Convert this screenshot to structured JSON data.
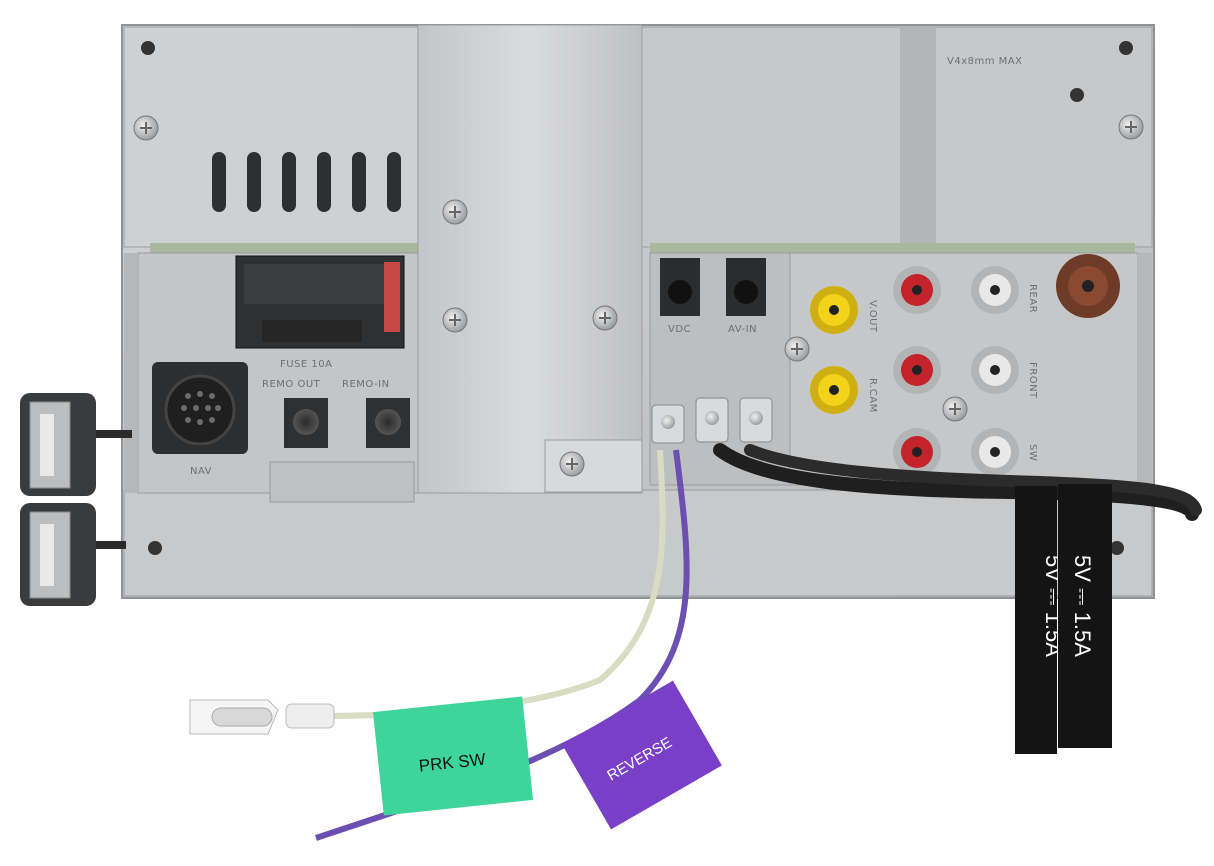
{
  "chassis": {
    "top_model_mark": "V4x8mm MAX",
    "fuse_label": "FUSE 10A",
    "remo_out_label": "REMO OUT",
    "remo_in_label": "REMO-IN",
    "nav_label": "NAV",
    "vdc_label": "VDC",
    "av_in_label": "AV-IN",
    "v_out_label": "V.OUT",
    "r_cam_label": "R.CAM",
    "rear_label": "REAR",
    "front_label": "FRONT",
    "sw_label": "SW"
  },
  "usb_tags": [
    {
      "text": "5V ⎓ 1.5A"
    },
    {
      "text": "5V ⎓ 1.5A"
    }
  ],
  "wire_tags": {
    "prk_sw": "PRK SW",
    "reverse": "REVERSE"
  },
  "colors": {
    "chassis": "#c9cacc",
    "chassis_dark": "#8f9194",
    "prk_tag": "#3ed59a",
    "reverse_tag": "#7a3fc7",
    "rca_red": "#c4232b",
    "rca_yellow": "#f2d31a",
    "rca_white": "#e8e8e8"
  }
}
